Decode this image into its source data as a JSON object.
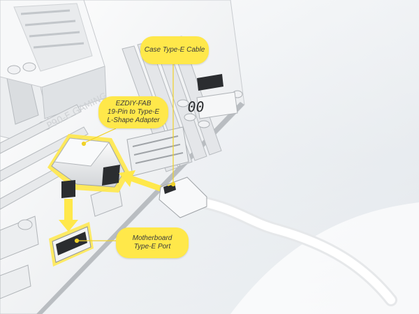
{
  "callouts": {
    "cable": {
      "line1": "Case Type-E Cable"
    },
    "adapter": {
      "line1": "EZDIY-FAB",
      "line2": "19-Pin to Type-E",
      "line3": "L-Shape Adapter"
    },
    "port": {
      "line1": "Motherboard",
      "line2": "Type-E Port"
    }
  },
  "board_text": {
    "silkscreen": "P90-E GAMING",
    "debug_display": "00"
  },
  "colors": {
    "highlight": "#ffe84a",
    "board": "#f5f6f7",
    "component": "#e2e4e6",
    "dark_part": "#2b2d30",
    "background": "#eceff2"
  }
}
